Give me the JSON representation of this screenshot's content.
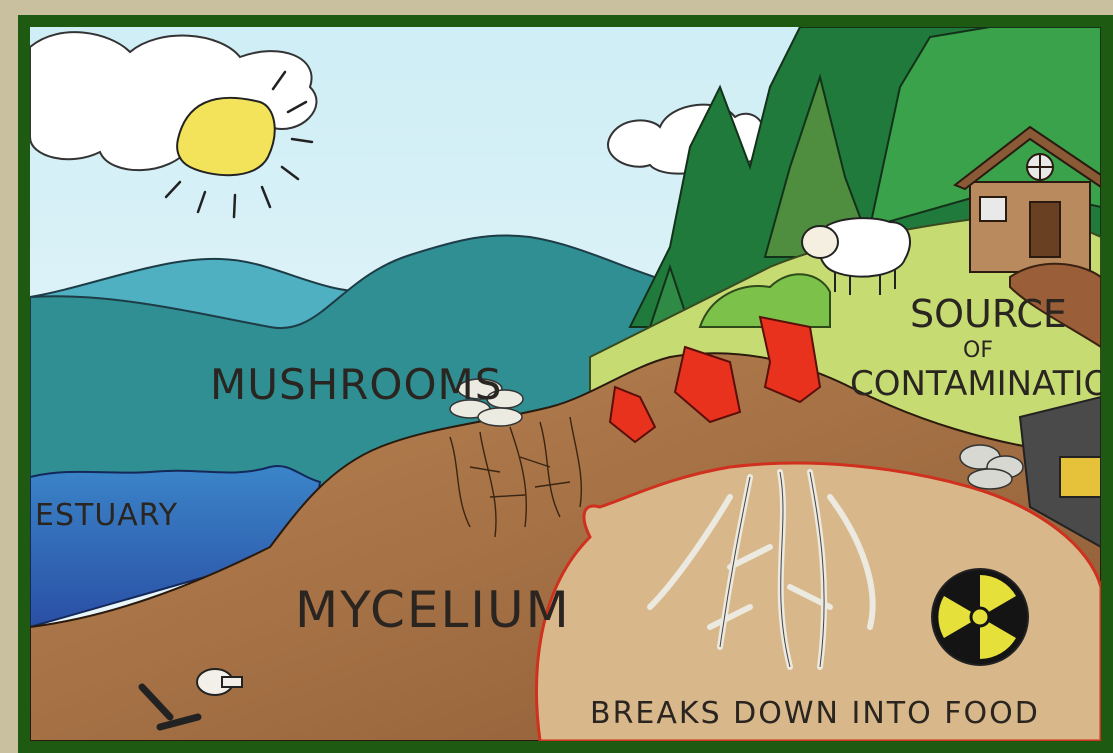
{
  "labels": {
    "mushrooms": "MUSHROOMS",
    "estuary": "ESTUARY",
    "mycelium": "MYCELIUM",
    "source_line1": "SOURCE",
    "source_line2": "OF",
    "source_line3": "CONTAMINATION",
    "breaks_down": "BREAKS DOWN INTO FOOD"
  },
  "colors": {
    "frame_outer": "#c9c0a0",
    "frame_border": "#1f5a12",
    "sky": "#dff2f6",
    "mountain_far": "#4fb0c2",
    "mountain_near": "#2f8f93",
    "water": "#2c6fb8",
    "soil": "#a9744a",
    "soil_zoom": "#d8b88a",
    "grass": "#b9d66a",
    "tree_dark": "#1f7a3c",
    "tree_mid": "#3a9a4a",
    "arrow": "#e8321e",
    "sun": "#f3e35a",
    "radiation": "#e6e03a",
    "zoom_outline": "#d0301e"
  },
  "icons": [
    "sun-icon",
    "sheep-icon",
    "cabin-icon",
    "radiation-icon",
    "bones-icon",
    "skull-icon",
    "truck-icon",
    "mushroom-cluster-icon"
  ]
}
